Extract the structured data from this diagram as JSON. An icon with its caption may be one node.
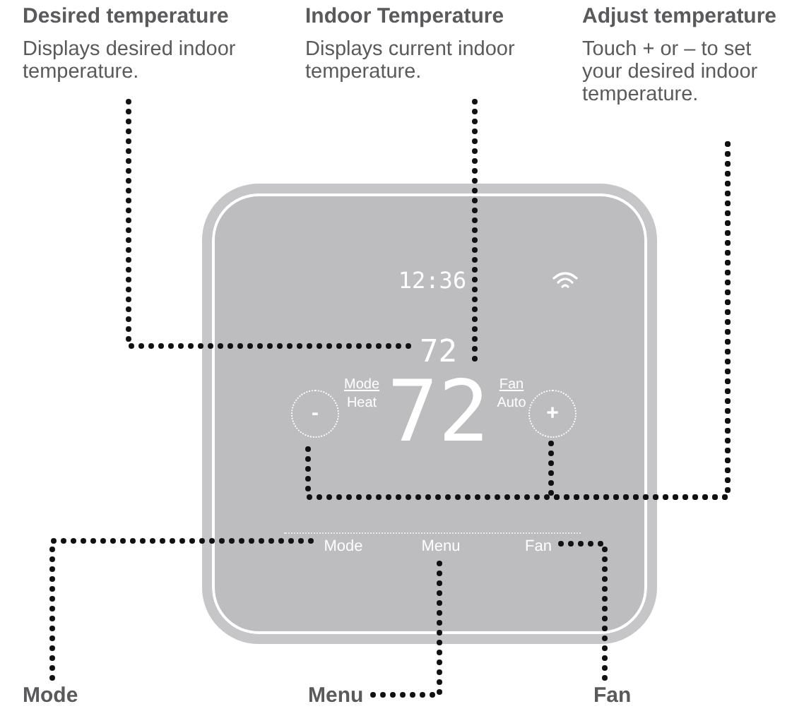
{
  "diagram": {
    "nodes": [
      {
        "text": [
          "Desired temperature",
          "Displays desired indoor temperature."
        ]
      },
      {
        "text": [
          "Indoor Temperature",
          "Displays current indoor temperature."
        ]
      },
      {
        "text": [
          "Adjust temperature",
          "Touch + or – to set your desired indoor temperature."
        ]
      },
      {
        "text": [
          "Mode"
        ]
      },
      {
        "text": [
          "Menu"
        ]
      },
      {
        "text": [
          "Fan"
        ]
      },
      {
        "text": [],
        "shape": "box"
      },
      {
        "text": [
          "72"
        ],
        "in": 6
      },
      {
        "text": [
          "72"
        ],
        "in": 6
      },
      {
        "text": [
          "-"
        ],
        "in": 6
      },
      {
        "text": [
          "+"
        ],
        "in": 6
      },
      {
        "text": [
          "Mode"
        ],
        "in": 6
      },
      {
        "text": [
          "Menu"
        ],
        "in": 6
      },
      {
        "text": [
          "Fan"
        ],
        "in": 6
      }
    ],
    "edges": [
      {
        "from": 0,
        "to": 7,
        "arrow": "none",
        "style": "dashed"
      },
      {
        "from": 1,
        "to": 8,
        "arrow": "none",
        "style": "dashed"
      },
      {
        "from": 2,
        "to": 9,
        "arrow": "none",
        "style": "dashed"
      },
      {
        "from": 2,
        "to": 10,
        "arrow": "none",
        "style": "dashed"
      },
      {
        "from": 3,
        "to": 11,
        "arrow": "none",
        "style": "dashed"
      },
      {
        "from": 4,
        "to": 12,
        "arrow": "none",
        "style": "dashed"
      },
      {
        "from": 5,
        "to": 13,
        "arrow": "none",
        "style": "dashed"
      }
    ],
    "labels": [
      "12:36",
      "Mode",
      "Heat",
      "Fan",
      "Auto"
    ]
  }
}
